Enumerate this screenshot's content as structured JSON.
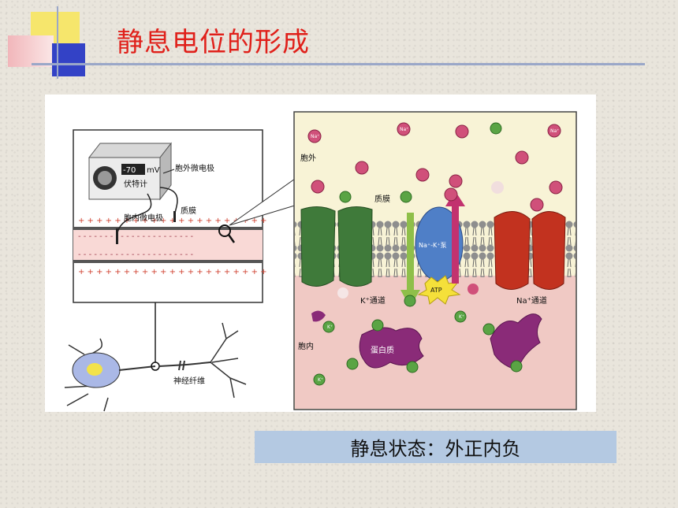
{
  "slide": {
    "title": "静息电位的形成",
    "caption": "静息状态：外正内负"
  },
  "left_panel": {
    "meter_reading": "-70",
    "meter_unit": "mV",
    "meter_label": "伏特计",
    "outer_electrode_label": "胞外微电极",
    "inner_electrode_label": "胞内微电极",
    "membrane_label": "质膜",
    "nerve_fiber_label": "神经纤维"
  },
  "right_panel": {
    "outside_label": "胞外",
    "inside_label": "胞内",
    "membrane_label": "质膜",
    "k_channel_label": "K⁺通道",
    "na_channel_label": "Na⁺通道",
    "pump_label": "Na⁺-K⁺泵",
    "atp_label": "ATP",
    "protein_label": "蛋白质",
    "na_ion": "Na⁺",
    "k_ion": "K⁺"
  },
  "colors": {
    "title": "#e0201a",
    "k_channel": "#3f7a3a",
    "na_channel": "#c2321f",
    "pump": "#4f7fc7",
    "na_ion": "#d0507a",
    "k_ion": "#5aa444",
    "protein": "#8a2b78"
  }
}
